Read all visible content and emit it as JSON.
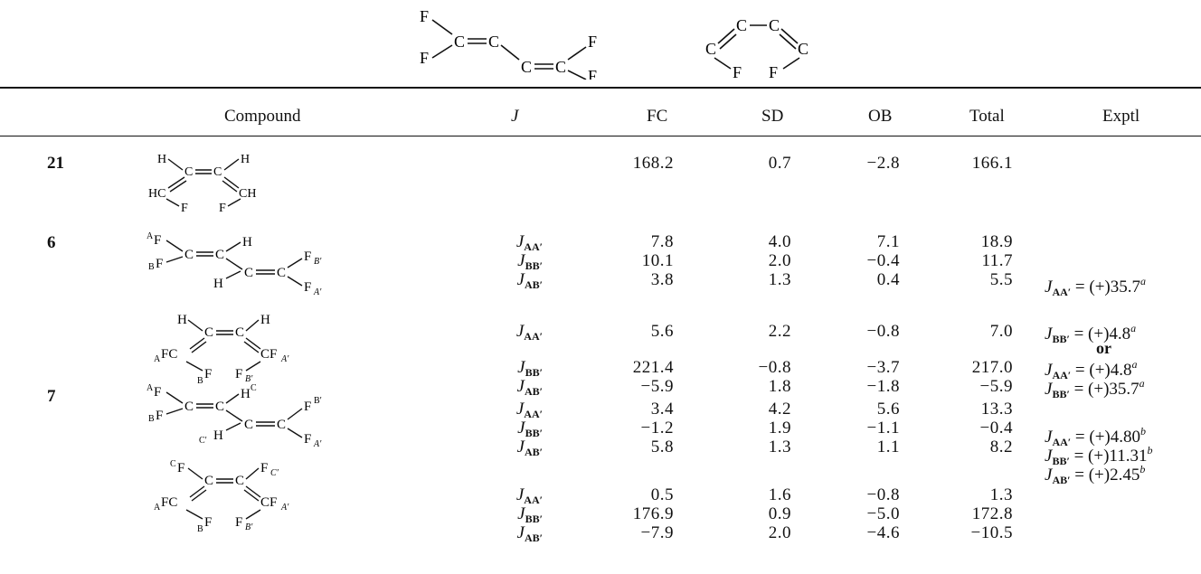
{
  "top_structures": {
    "trans": {
      "f1": "F",
      "c1": "C",
      "c2": "C",
      "f2": "F",
      "c3": "C",
      "c4": "C",
      "f3": "F",
      "f4": "F"
    },
    "cis": {
      "c1": "C",
      "c2": "C",
      "c3": "C",
      "c4": "C",
      "f1": "F",
      "f2": "F"
    }
  },
  "headers": {
    "compound": "Compound",
    "j": "J",
    "fc": "FC",
    "sd": "SD",
    "ob": "OB",
    "total": "Total",
    "exptl": "Exptl"
  },
  "rows": [
    {
      "compound": "21",
      "j": "",
      "fc": "168.2",
      "sd": "0.7",
      "ob": "−2.8",
      "total": "166.1"
    },
    {
      "compound": "6",
      "j": "AA′",
      "fc": "7.8",
      "sd": "4.0",
      "ob": "7.1",
      "total": "18.9"
    },
    {
      "compound": "",
      "j": "BB′",
      "fc": "10.1",
      "sd": "2.0",
      "ob": "−0.4",
      "total": "11.7"
    },
    {
      "compound": "",
      "j": "AB′",
      "fc": "3.8",
      "sd": "1.3",
      "ob": "0.4",
      "total": "5.5"
    },
    {
      "compound": "",
      "j": "AA′",
      "fc": "5.6",
      "sd": "2.2",
      "ob": "−0.8",
      "total": "7.0"
    },
    {
      "compound": "",
      "j": "BB′",
      "fc": "221.4",
      "sd": "−0.8",
      "ob": "−3.7",
      "total": "217.0"
    },
    {
      "compound": "",
      "j": "AB′",
      "fc": "−5.9",
      "sd": "1.8",
      "ob": "−1.8",
      "total": "−5.9"
    },
    {
      "compound": "7",
      "j": "AA′",
      "fc": "3.4",
      "sd": "4.2",
      "ob": "5.6",
      "total": "13.3"
    },
    {
      "compound": "",
      "j": "BB′",
      "fc": "−1.2",
      "sd": "1.9",
      "ob": "−1.1",
      "total": "−0.4"
    },
    {
      "compound": "",
      "j": "AB′",
      "fc": "5.8",
      "sd": "1.3",
      "ob": "1.1",
      "total": "8.2"
    },
    {
      "compound": "",
      "j": "AA′",
      "fc": "0.5",
      "sd": "1.6",
      "ob": "−0.8",
      "total": "1.3"
    },
    {
      "compound": "",
      "j": "BB′",
      "fc": "176.9",
      "sd": "0.9",
      "ob": "−5.0",
      "total": "172.8"
    },
    {
      "compound": "",
      "j": "AB′",
      "fc": "−7.9",
      "sd": "2.0",
      "ob": "−4.6",
      "total": "−10.5"
    }
  ],
  "exptl": [
    {
      "j": "AA′",
      "value": "= (+)35.7",
      "note": "a"
    },
    {
      "j": "BB′",
      "value": "= (+)4.8",
      "note": "a"
    },
    {
      "or": "or"
    },
    {
      "j": "AA′",
      "value": "= (+)4.8",
      "note": "a"
    },
    {
      "j": "BB′",
      "value": "= (+)35.7",
      "note": "a"
    },
    {
      "j": "AA′",
      "value": "= (+)4.80",
      "note": "b"
    },
    {
      "j": "BB′",
      "value": "= (+)11.31",
      "note": "b"
    },
    {
      "j": "AB′",
      "value": "= (+)2.45",
      "note": "b"
    }
  ],
  "structures": {
    "s21": {
      "h1": "H",
      "c1": "C",
      "c2": "C",
      "h2": "H",
      "hc": "HC",
      "ch": "CH",
      "f1": "F",
      "f2": "F"
    },
    "s6a": {
      "af": "F",
      "asup": "A",
      "bf": "F",
      "bsup": "B",
      "c1": "C",
      "c2": "C",
      "h1": "H",
      "h2": "H",
      "c3": "C",
      "c4": "C",
      "fb": "F",
      "fbsub": "B′",
      "fa": "F",
      "fasub": "A′"
    },
    "s6b": {
      "h1": "H",
      "c1": "C",
      "c2": "C",
      "h2": "H",
      "afc": "FC",
      "apre": "A",
      "cfa": "CF",
      "cfasub": "A′",
      "bf": "F",
      "bpre": "B",
      "fb": "F",
      "fbsub": "B′"
    },
    "s7a": {
      "af": "F",
      "asup": "A",
      "bf": "F",
      "bsup": "B",
      "c1": "C",
      "c2": "C",
      "h1": "H",
      "hsup": "C",
      "h2": "H",
      "hpre": "C′",
      "c3": "C",
      "c4": "C",
      "fb": "F",
      "fbsup": "B′",
      "fa": "F",
      "fasub": "A′"
    },
    "s7b": {
      "cf": "F",
      "cpre": "C",
      "fc": "F",
      "fcsub": "C′",
      "c1": "C",
      "c2": "C",
      "afc": "FC",
      "apre": "A",
      "cfa": "CF",
      "cfasub": "A′",
      "bf": "F",
      "bpre": "B",
      "fb": "F",
      "fbsub": "B′"
    }
  }
}
